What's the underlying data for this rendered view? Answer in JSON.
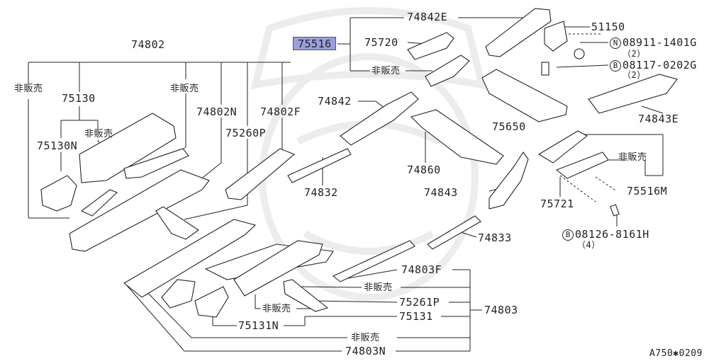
{
  "parts": {
    "p74802": "74802",
    "p75130": "75130",
    "p75130n": "75130N",
    "p74802n": "74802N",
    "p74802f": "74802F",
    "p75260p": "75260P",
    "p74832": "74832",
    "p75516": "75516",
    "p75720": "75720",
    "p74842e": "74842E",
    "p74842": "74842",
    "p74860": "74860",
    "p74843": "74843",
    "p75650": "75650",
    "p51150": "51150",
    "p74843e": "74843E",
    "p75516m": "75516M",
    "p75721": "75721",
    "p74833": "74833",
    "p74803f": "74803F",
    "p75261p": "75261P",
    "p75131": "75131",
    "p75131n": "75131N",
    "p74803": "74803",
    "p74803n": "74803N"
  },
  "not_for_sale": "非販売",
  "fasteners": {
    "nut": {
      "prefix": "N",
      "part": "08911-1401G",
      "qty": "（2）"
    },
    "bolt1": {
      "prefix": "B",
      "part": "08117-0202G",
      "qty": "（2）"
    },
    "bolt2": {
      "prefix": "B",
      "part": "08126-8161H",
      "qty": "（4）"
    }
  },
  "diagram_id": "A750✱0209",
  "colors": {
    "highlight": "#9a9fdc",
    "line": "#222222"
  }
}
